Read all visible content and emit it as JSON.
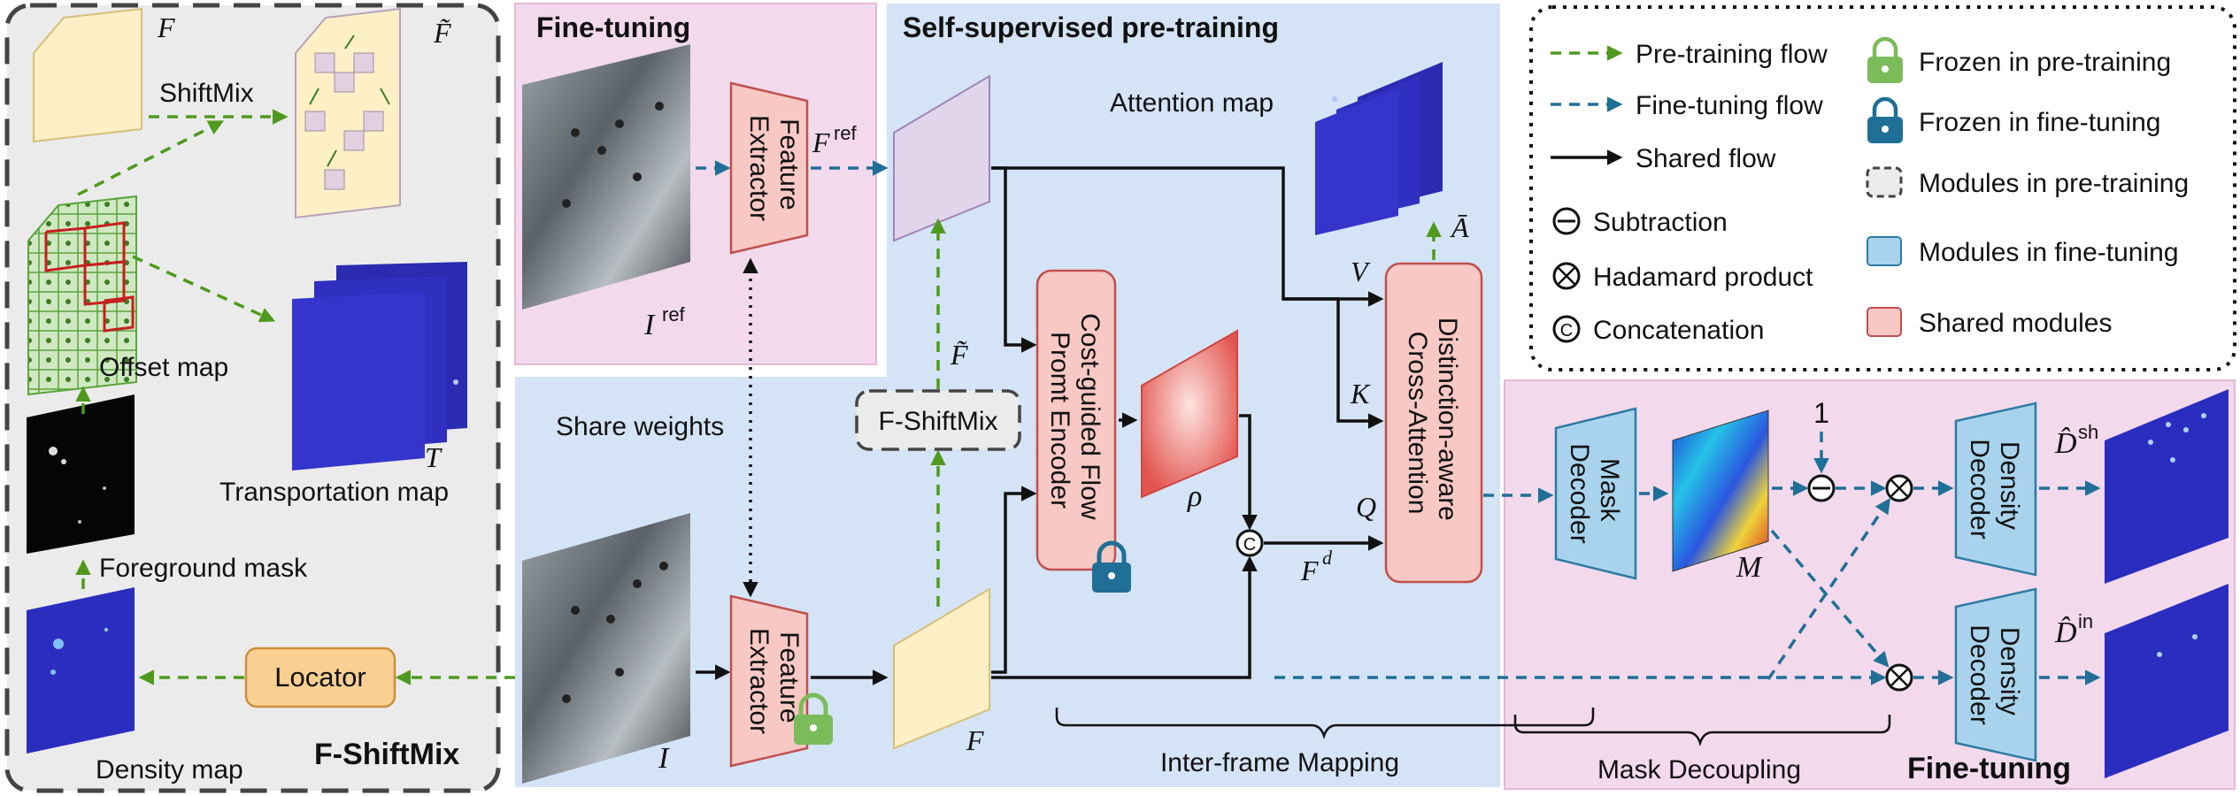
{
  "panels": {
    "fshiftmix": "F-ShiftMix",
    "finetune_top": "Fine-tuning",
    "pretraining": "Self-supervised pre-training",
    "finetune_bottom": "Fine-tuning"
  },
  "labels": {
    "F": "F",
    "F_tilde": "F̃",
    "shiftmix": "ShiftMix",
    "offset_map": "Offset map",
    "T": "T",
    "transportation_map": "Transportation map",
    "foreground_mask": "Foreground mask",
    "density_map": "Density map",
    "locator": "Locator",
    "I_ref": "I",
    "ref_sup": "ref",
    "I": "I",
    "share_weights": "Share weights",
    "feature_extractor_1": "Feature",
    "feature_extractor_2": "Extractor",
    "F_ref": "F",
    "F_bottom": "F",
    "fshiftmix_box": "F-ShiftMix",
    "F_tilde_mid": "F̃",
    "cost_guided_1": "Cost-guided Flow",
    "cost_guided_2": "Promt Encoder",
    "rho": "ρ",
    "concat_symbol": "C",
    "F_d": "F",
    "d_sup": "d",
    "attention_map": "Attention map",
    "A_bar": "Ā",
    "V": "V",
    "K": "K",
    "Q": "Q",
    "distinction_1": "Distinction-aware",
    "distinction_2": "Cross-Attention",
    "inter_frame": "Inter-frame Mapping",
    "mask_decoder_1": "Mask",
    "mask_decoder_2": "Decoder",
    "M": "M",
    "one": "1",
    "density_decoder_1": "Density",
    "density_decoder_2": "Decoder",
    "D_hat": "D̂",
    "sh_sup": "sh",
    "in_sup": "in",
    "mask_decoupling": "Mask Decoupling"
  },
  "legend": {
    "pretraining_flow": "Pre-training flow",
    "finetuning_flow": "Fine-tuning flow",
    "shared_flow": "Shared flow",
    "subtraction": "Subtraction",
    "hadamard": "Hadamard product",
    "concatenation": "Concatenation",
    "frozen_pre": "Frozen in pre-training",
    "frozen_fine": "Frozen in fine-tuning",
    "modules_pre": "Modules in pre-training",
    "modules_fine": "Modules in fine-tuning",
    "shared_modules": "Shared modules"
  },
  "colors": {
    "pretraining_arrow": "#4f9a1e",
    "finetuning_arrow": "#1f6f97",
    "pink_panel": "#f2d9ec",
    "blue_panel": "#d4e3f5",
    "gray_panel": "#ebebeb",
    "shared_module": "#f7c8c4",
    "finetune_module": "#a9d3ec",
    "locator": "#f9cf92",
    "feature": "#fdf0c6"
  }
}
